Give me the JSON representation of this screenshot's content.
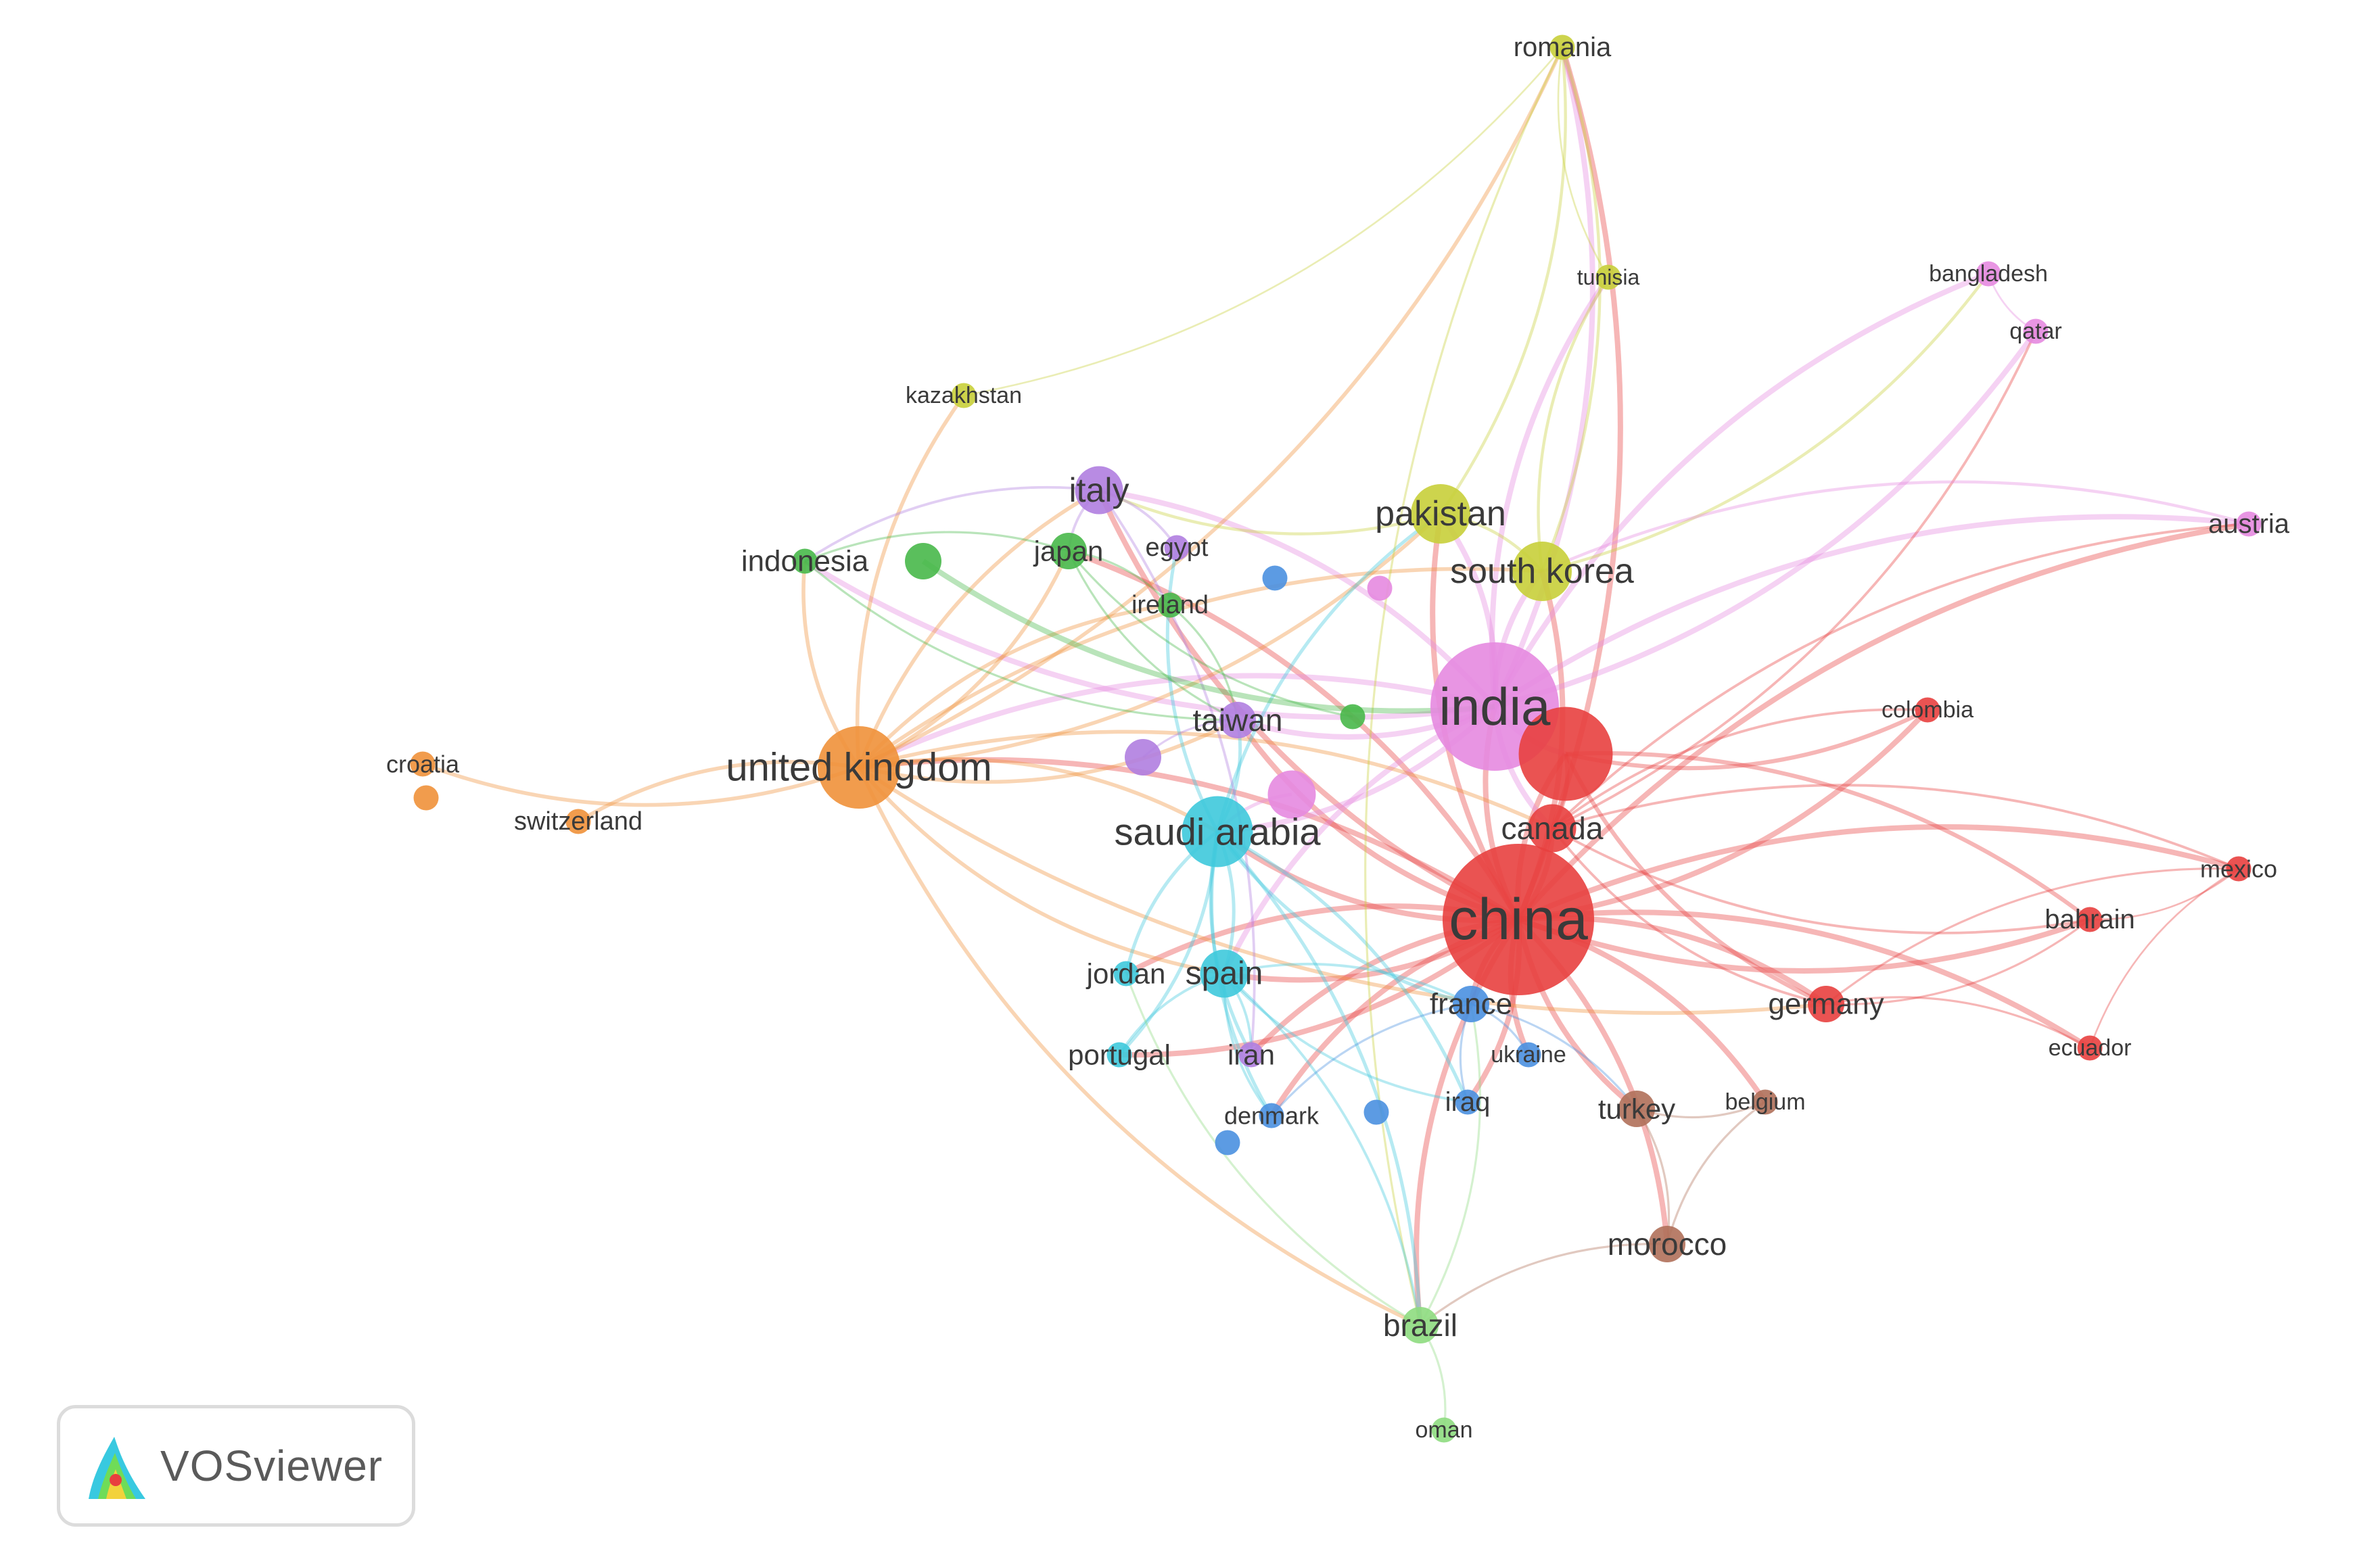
{
  "nodes": [
    {
      "id": "romania",
      "label": "romania",
      "cluster": 1,
      "size": 1
    },
    {
      "id": "tunisia",
      "label": "tunisia",
      "cluster": 1,
      "size": 1
    },
    {
      "id": "bangladesh",
      "label": "bangladesh",
      "cluster": 2,
      "size": 1
    },
    {
      "id": "qatar",
      "label": "qatar",
      "cluster": 2,
      "size": 1
    },
    {
      "id": "kazakhstan",
      "label": "kazakhstan",
      "cluster": 1,
      "size": 1
    },
    {
      "id": "italy",
      "label": "italy",
      "cluster": 3,
      "size": 3
    },
    {
      "id": "pakistan",
      "label": "pakistan",
      "cluster": 1,
      "size": 4
    },
    {
      "id": "austria",
      "label": "austria",
      "cluster": 2,
      "size": 1
    },
    {
      "id": "south-korea",
      "label": "south korea",
      "cluster": 1,
      "size": 4
    },
    {
      "id": "indonesia",
      "label": "indonesia",
      "cluster": 4,
      "size": 1
    },
    {
      "id": "japan",
      "label": "japan",
      "cluster": 4,
      "size": 2
    },
    {
      "id": "egypt",
      "label": "egypt",
      "cluster": 3,
      "size": 1
    },
    {
      "id": "ireland",
      "label": "ireland",
      "cluster": 4,
      "size": 1
    },
    {
      "id": "india",
      "label": "india",
      "cluster": 2,
      "size": 10
    },
    {
      "id": "colombia",
      "label": "colombia",
      "cluster": 5,
      "size": 1
    },
    {
      "id": "croatia",
      "label": "croatia",
      "cluster": 6,
      "size": 1
    },
    {
      "id": "united-kingdom",
      "label": "united kingdom",
      "cluster": 6,
      "size": 6
    },
    {
      "id": "taiwan",
      "label": "taiwan",
      "cluster": 3,
      "size": 2
    },
    {
      "id": "switzerland",
      "label": "switzerland",
      "cluster": 6,
      "size": 1
    },
    {
      "id": "saudi-arabia",
      "label": "saudi arabia",
      "cluster": 7,
      "size": 5
    },
    {
      "id": "canada",
      "label": "canada",
      "cluster": 5,
      "size": 3
    },
    {
      "id": "china",
      "label": "china",
      "cluster": 5,
      "size": 12
    },
    {
      "id": "mexico",
      "label": "mexico",
      "cluster": 5,
      "size": 1
    },
    {
      "id": "bahrain",
      "label": "bahrain",
      "cluster": 5,
      "size": 1
    },
    {
      "id": "jordan",
      "label": "jordan",
      "cluster": 7,
      "size": 1
    },
    {
      "id": "spain",
      "label": "spain",
      "cluster": 7,
      "size": 3
    },
    {
      "id": "france",
      "label": "france",
      "cluster": 8,
      "size": 2
    },
    {
      "id": "germany",
      "label": "germany",
      "cluster": 5,
      "size": 2
    },
    {
      "id": "ecuador",
      "label": "ecuador",
      "cluster": 5,
      "size": 1
    },
    {
      "id": "portugal",
      "label": "portugal",
      "cluster": 7,
      "size": 1
    },
    {
      "id": "iran",
      "label": "iran",
      "cluster": 3,
      "size": 1
    },
    {
      "id": "ukraine",
      "label": "ukraine",
      "cluster": 8,
      "size": 1
    },
    {
      "id": "iraq",
      "label": "iraq",
      "cluster": 8,
      "size": 1
    },
    {
      "id": "turkey",
      "label": "turkey",
      "cluster": 9,
      "size": 2
    },
    {
      "id": "belgium",
      "label": "belgium",
      "cluster": 9,
      "size": 1
    },
    {
      "id": "denmark",
      "label": "denmark",
      "cluster": 8,
      "size": 1
    },
    {
      "id": "morocco",
      "label": "morocco",
      "cluster": 9,
      "size": 2
    },
    {
      "id": "brazil",
      "label": "brazil",
      "cluster": 10,
      "size": 2
    },
    {
      "id": "oman",
      "label": "oman",
      "cluster": 10,
      "size": 1
    },
    {
      "id": "unlabeled-1",
      "label": "",
      "cluster": 3,
      "size": 2
    },
    {
      "id": "unlabeled-2",
      "label": "",
      "cluster": 4,
      "size": 1
    },
    {
      "id": "unlabeled-3",
      "label": "",
      "cluster": 2,
      "size": 3
    },
    {
      "id": "unlabeled-4",
      "label": "",
      "cluster": 4,
      "size": 2
    },
    {
      "id": "unlabeled-5",
      "label": "",
      "cluster": 8,
      "size": 1
    },
    {
      "id": "unlabeled-6",
      "label": "",
      "cluster": 2,
      "size": 1
    },
    {
      "id": "unlabeled-7",
      "label": "",
      "cluster": 8,
      "size": 1
    },
    {
      "id": "unlabeled-8",
      "label": "",
      "cluster": 6,
      "size": 1
    },
    {
      "id": "unlabeled-9",
      "label": "",
      "cluster": 8,
      "size": 1
    },
    {
      "id": "unlabeled-10",
      "label": "",
      "cluster": 5,
      "size": 7
    }
  ],
  "links": [
    [
      "china",
      "india"
    ],
    [
      "china",
      "united-kingdom"
    ],
    [
      "china",
      "saudi-arabia"
    ],
    [
      "china",
      "canada"
    ],
    [
      "china",
      "pakistan"
    ],
    [
      "china",
      "south-korea"
    ],
    [
      "china",
      "spain"
    ],
    [
      "china",
      "france"
    ],
    [
      "china",
      "germany"
    ],
    [
      "china",
      "bahrain"
    ],
    [
      "china",
      "mexico"
    ],
    [
      "china",
      "turkey"
    ],
    [
      "china",
      "morocco"
    ],
    [
      "china",
      "brazil"
    ],
    [
      "china",
      "italy"
    ],
    [
      "china",
      "japan"
    ],
    [
      "china",
      "taiwan"
    ],
    [
      "china",
      "iran"
    ],
    [
      "china",
      "iraq"
    ],
    [
      "china",
      "colombia"
    ],
    [
      "china",
      "austria"
    ],
    [
      "china",
      "romania"
    ],
    [
      "china",
      "ecuador"
    ],
    [
      "china",
      "jordan"
    ],
    [
      "china",
      "portugal"
    ],
    [
      "china",
      "denmark"
    ],
    [
      "china",
      "belgium"
    ],
    [
      "china",
      "ukraine"
    ],
    [
      "china",
      "unlabeled-10"
    ],
    [
      "india",
      "united-kingdom"
    ],
    [
      "india",
      "saudi-arabia"
    ],
    [
      "india",
      "pakistan"
    ],
    [
      "india",
      "south-korea"
    ],
    [
      "india",
      "romania"
    ],
    [
      "india",
      "bangladesh"
    ],
    [
      "india",
      "qatar"
    ],
    [
      "india",
      "austria"
    ],
    [
      "india",
      "italy"
    ],
    [
      "india",
      "indonesia"
    ],
    [
      "india",
      "canada"
    ],
    [
      "india",
      "taiwan"
    ],
    [
      "india",
      "spain"
    ],
    [
      "india",
      "tunisia"
    ],
    [
      "india",
      "unlabeled-10"
    ],
    [
      "united-kingdom",
      "croatia"
    ],
    [
      "united-kingdom",
      "switzerland"
    ],
    [
      "united-kingdom",
      "italy"
    ],
    [
      "united-kingdom",
      "japan"
    ],
    [
      "united-kingdom",
      "indonesia"
    ],
    [
      "united-kingdom",
      "pakistan"
    ],
    [
      "united-kingdom",
      "saudi-arabia"
    ],
    [
      "united-kingdom",
      "spain"
    ],
    [
      "united-kingdom",
      "canada"
    ],
    [
      "united-kingdom",
      "brazil"
    ],
    [
      "united-kingdom",
      "kazakhstan"
    ],
    [
      "united-kingdom",
      "romania"
    ],
    [
      "united-kingdom",
      "south-korea"
    ],
    [
      "united-kingdom",
      "germany"
    ],
    [
      "united-kingdom",
      "ireland"
    ],
    [
      "united-kingdom",
      "taiwan"
    ],
    [
      "saudi-arabia",
      "spain"
    ],
    [
      "saudi-arabia",
      "jordan"
    ],
    [
      "saudi-arabia",
      "portugal"
    ],
    [
      "saudi-arabia",
      "iran"
    ],
    [
      "saudi-arabia",
      "pakistan"
    ],
    [
      "saudi-arabia",
      "france"
    ],
    [
      "saudi-arabia",
      "iraq"
    ],
    [
      "saudi-arabia",
      "denmark"
    ],
    [
      "saudi-arabia",
      "egypt"
    ],
    [
      "saudi-arabia",
      "taiwan"
    ],
    [
      "saudi-arabia",
      "brazil"
    ],
    [
      "pakistan",
      "romania"
    ],
    [
      "pakistan",
      "south-korea"
    ],
    [
      "south-korea",
      "romania"
    ],
    [
      "south-korea",
      "tunisia"
    ],
    [
      "south-korea",
      "bangladesh"
    ],
    [
      "romania",
      "kazakhstan"
    ],
    [
      "romania",
      "brazil"
    ],
    [
      "pakistan",
      "italy"
    ],
    [
      "italy",
      "japan"
    ],
    [
      "italy",
      "egypt"
    ],
    [
      "italy",
      "indonesia"
    ],
    [
      "italy",
      "iran"
    ],
    [
      "canada",
      "germany"
    ],
    [
      "canada",
      "mexico"
    ],
    [
      "canada",
      "bahrain"
    ],
    [
      "canada",
      "colombia"
    ],
    [
      "canada",
      "qatar"
    ],
    [
      "canada",
      "austria"
    ],
    [
      "germany",
      "bahrain"
    ],
    [
      "germany",
      "mexico"
    ],
    [
      "bahrain",
      "mexico"
    ],
    [
      "germany",
      "ecuador"
    ],
    [
      "mexico",
      "ecuador"
    ],
    [
      "spain",
      "france"
    ],
    [
      "spain",
      "portugal"
    ],
    [
      "spain",
      "iran"
    ],
    [
      "spain",
      "denmark"
    ],
    [
      "spain",
      "brazil"
    ],
    [
      "spain",
      "iraq"
    ],
    [
      "france",
      "ukraine"
    ],
    [
      "france",
      "iraq"
    ],
    [
      "france",
      "turkey"
    ],
    [
      "france",
      "denmark"
    ],
    [
      "turkey",
      "morocco"
    ],
    [
      "turkey",
      "belgium"
    ],
    [
      "morocco",
      "belgium"
    ],
    [
      "morocco",
      "brazil"
    ],
    [
      "brazil",
      "oman"
    ],
    [
      "brazil",
      "france"
    ],
    [
      "brazil",
      "jordan"
    ],
    [
      "japan",
      "indonesia"
    ],
    [
      "japan",
      "ireland"
    ],
    [
      "japan",
      "taiwan"
    ],
    [
      "ireland",
      "taiwan"
    ],
    [
      "indonesia",
      "taiwan"
    ],
    [
      "qatar",
      "bangladesh"
    ],
    [
      "austria",
      "south-korea"
    ],
    [
      "tunisia",
      "romania"
    ],
    [
      "unlabeled-10",
      "germany"
    ],
    [
      "unlabeled-10",
      "bahrain"
    ],
    [
      "unlabeled-10",
      "colombia"
    ],
    [
      "unlabeled-10",
      "canada"
    ],
    [
      "unlabeled-3",
      "saudi-arabia"
    ],
    [
      "unlabeled-1",
      "taiwan"
    ],
    [
      "unlabeled-4",
      "india"
    ],
    [
      "unlabeled-2",
      "japan"
    ]
  ],
  "colors": {
    "cluster_1": "#c8cf3a",
    "cluster_2": "#e58ae0",
    "cluster_3": "#b07ee0",
    "cluster_4": "#48b84a",
    "cluster_5": "#e8403f",
    "cluster_6": "#f0913a",
    "cluster_7": "#3ec9dc",
    "cluster_8": "#4a90e0",
    "cluster_9": "#b0705a",
    "cluster_10": "#8edb80"
  },
  "logo": {
    "text": "VOSviewer",
    "icon": "vosviewer-logo-icon"
  }
}
